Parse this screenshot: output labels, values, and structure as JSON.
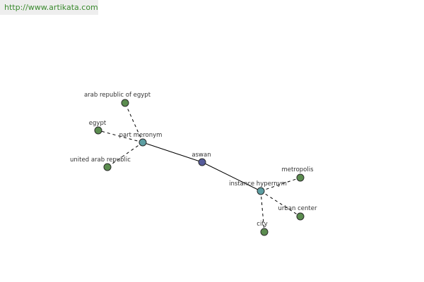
{
  "header": {
    "url": "http://www.artikata.com"
  },
  "colors": {
    "center_node": "#555b9a",
    "relation_node": "#5c9ea2",
    "word_node": "#5b8c4f",
    "link_text": "#3a8a2e",
    "header_bg": "#eeeeee"
  },
  "graph": {
    "center": {
      "label": "aswan"
    },
    "relations": {
      "part_meronym": {
        "label": "part meronym",
        "terms": [
          "arab republic of egypt",
          "egypt",
          "united arab republic"
        ]
      },
      "instance_hypernym": {
        "label": "instance hypernym",
        "terms": [
          "metropolis",
          "urban center",
          "city"
        ]
      }
    }
  }
}
